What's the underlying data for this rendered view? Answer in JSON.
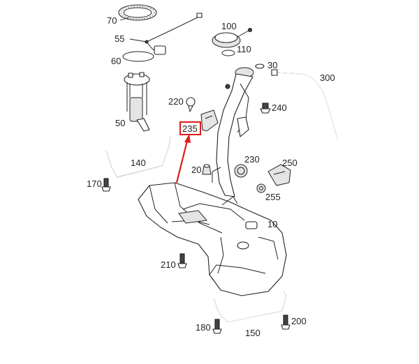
{
  "diagram": {
    "labels": {
      "p10": "10",
      "p20": "20",
      "p30": "30",
      "p50": "50",
      "p55": "55",
      "p60": "60",
      "p70": "70",
      "p100": "100",
      "p110": "110",
      "p140": "140",
      "p150": "150",
      "p170": "170",
      "p180": "180",
      "p200": "200",
      "p210": "210",
      "p220": "220",
      "p230": "230",
      "p235": "235",
      "p240": "240",
      "p250": "250",
      "p255": "255",
      "p300": "300"
    },
    "highlight": {
      "part": "235",
      "color": "#e01b1b"
    }
  }
}
